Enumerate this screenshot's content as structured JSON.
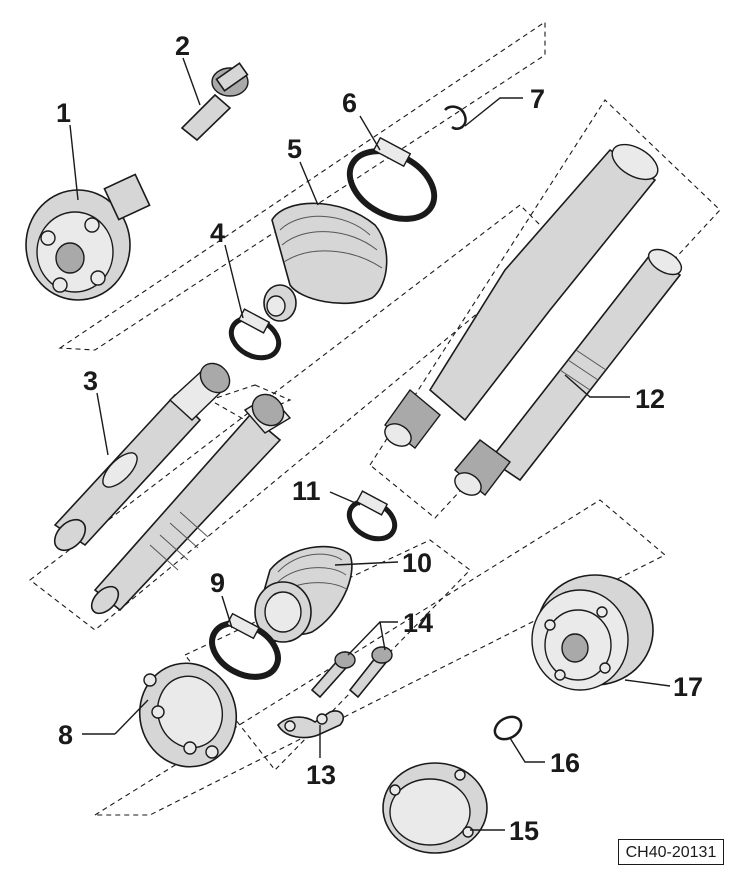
{
  "callouts": [
    {
      "id": "callout-1",
      "text": "1"
    },
    {
      "id": "callout-2",
      "text": "2"
    },
    {
      "id": "callout-3",
      "text": "3"
    },
    {
      "id": "callout-4",
      "text": "4"
    },
    {
      "id": "callout-5",
      "text": "5"
    },
    {
      "id": "callout-6",
      "text": "6"
    },
    {
      "id": "callout-7",
      "text": "7"
    },
    {
      "id": "callout-8",
      "text": "8"
    },
    {
      "id": "callout-9",
      "text": "9"
    },
    {
      "id": "callout-10",
      "text": "10"
    },
    {
      "id": "callout-11",
      "text": "11"
    },
    {
      "id": "callout-12",
      "text": "12"
    },
    {
      "id": "callout-13",
      "text": "13"
    },
    {
      "id": "callout-14",
      "text": "14"
    },
    {
      "id": "callout-15",
      "text": "15"
    },
    {
      "id": "callout-16",
      "text": "16"
    },
    {
      "id": "callout-17",
      "text": "17"
    }
  ],
  "reference_code": "CH40-20131",
  "colors": {
    "line": "#1a1a1a",
    "fill": "#d6d6d6",
    "background": "#ffffff"
  }
}
